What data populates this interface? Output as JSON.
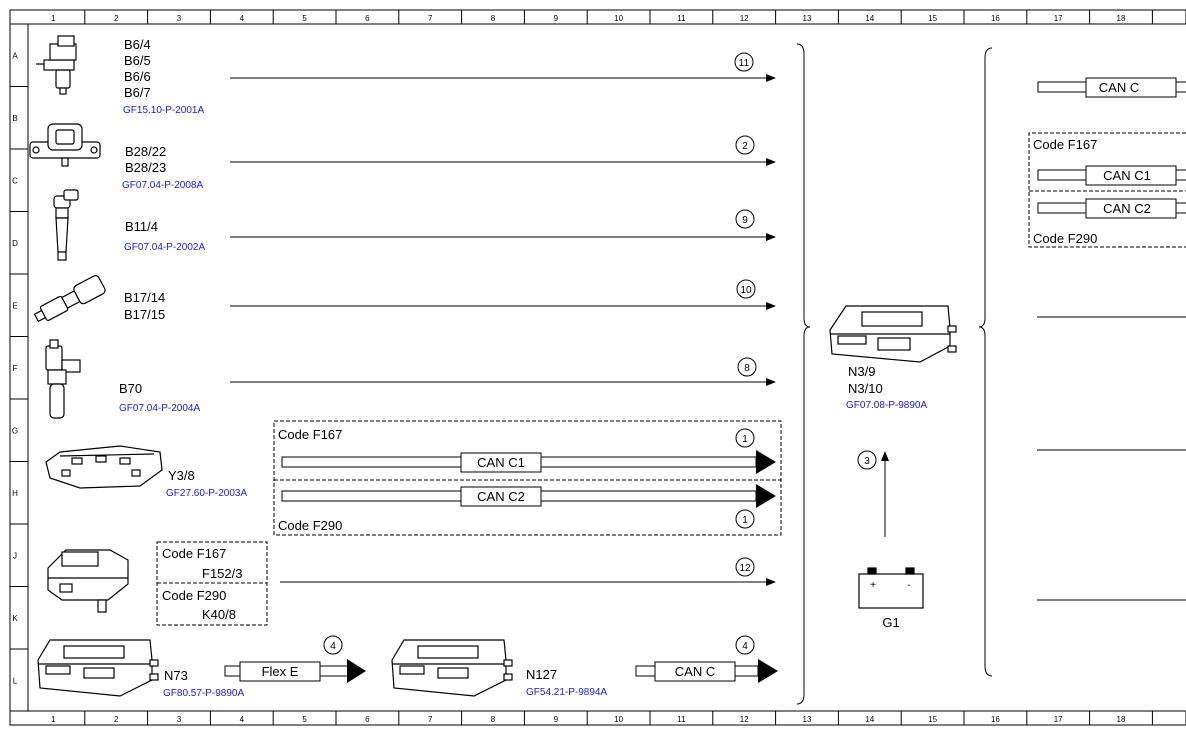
{
  "grid": {
    "columns": [
      "1",
      "2",
      "3",
      "4",
      "5",
      "6",
      "7",
      "8",
      "9",
      "10",
      "11",
      "12",
      "13",
      "14",
      "15",
      "16",
      "17",
      "18"
    ],
    "rows": [
      "A",
      "B",
      "C",
      "D",
      "E",
      "F",
      "G",
      "H",
      "J",
      "K",
      "L"
    ]
  },
  "components": {
    "b6": {
      "designations": [
        "B6/4",
        "B6/5",
        "B6/6",
        "B6/7"
      ],
      "ref": "GF15.10-P-2001A",
      "signal_no": "11"
    },
    "b28": {
      "designations": [
        "B28/22",
        "B28/23"
      ],
      "ref": "GF07.04-P-2008A",
      "signal_no": "2"
    },
    "b11": {
      "designations": [
        "B11/4"
      ],
      "ref": "GF07.04-P-2002A",
      "signal_no": "9"
    },
    "b17": {
      "designations": [
        "B17/14",
        "B17/15"
      ],
      "ref": "",
      "signal_no": "10"
    },
    "b70": {
      "designations": [
        "B70"
      ],
      "ref": "GF07.04-P-2004A",
      "signal_no": "8"
    },
    "y3": {
      "designation": "Y3/8",
      "ref": "GF27.60-P-2003A"
    },
    "f152": {
      "code_top": "Code F167",
      "designation_top": "F152/3",
      "code_bottom": "Code F290",
      "designation_bottom": "K40/8",
      "signal_no": "12"
    },
    "n73": {
      "designation": "N73",
      "ref": "GF80.57-P-9890A"
    },
    "n127": {
      "designation": "N127",
      "ref": "GF54.21-P-9894A"
    },
    "n3": {
      "designations": [
        "N3/9",
        "N3/10"
      ],
      "ref": "GF07.08-P-9890A"
    },
    "g1": {
      "designation": "G1",
      "plus": "+",
      "minus": "-",
      "signal_no": "3"
    }
  },
  "buses": {
    "can_group": {
      "code_top": "Code F167",
      "code_bottom": "Code F290",
      "c1_label": "CAN C1",
      "c2_label": "CAN C2",
      "c1_no": "1",
      "c2_no": "1"
    },
    "flex_e": {
      "label": "Flex E",
      "no": "4"
    },
    "can_c_bottom": {
      "label": "CAN C",
      "no": "4"
    },
    "right_can_c": {
      "label": "CAN C"
    },
    "right_group": {
      "code_top": "Code F167",
      "c1_label": "CAN C1",
      "c2_label": "CAN C2",
      "code_bottom": "Code F290"
    }
  },
  "colors": {
    "line": "#000000",
    "reference": "#1a1acc",
    "background": "#ffffff"
  }
}
